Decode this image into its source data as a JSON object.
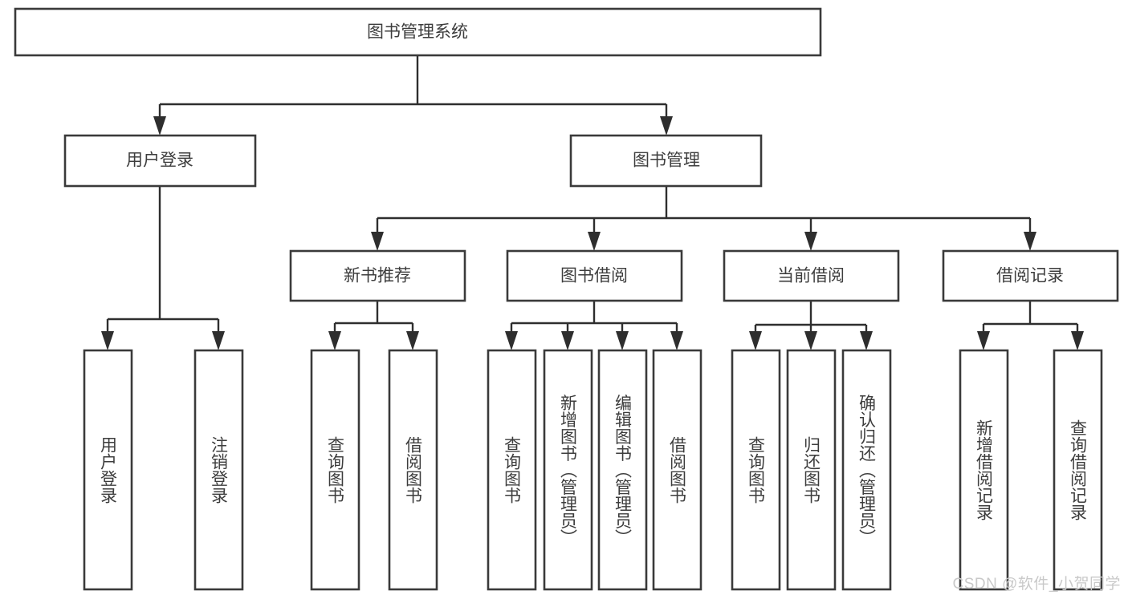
{
  "diagram": {
    "type": "tree-hierarchy",
    "title": "图书管理系统",
    "watermark": "CSDN @软件_小贺同学",
    "colors": {
      "box_stroke": "#3a3a3a",
      "box_fill": "#ffffff",
      "connector": "#2e2e2e",
      "text": "#3d3d3d",
      "watermark": "#c9c9c9",
      "background": "#ffffff"
    },
    "levels": {
      "root": {
        "label": "图书管理系统"
      },
      "level2": [
        {
          "label": "用户登录"
        },
        {
          "label": "图书管理"
        }
      ],
      "level3": [
        {
          "label": "新书推荐"
        },
        {
          "label": "图书借阅"
        },
        {
          "label": "当前借阅"
        },
        {
          "label": "借阅记录"
        }
      ],
      "leaves_user_login": [
        {
          "label": "用户登录"
        },
        {
          "label": "注销登录"
        }
      ],
      "leaves_new_book": [
        {
          "label": "查询图书"
        },
        {
          "label": "借阅图书"
        }
      ],
      "leaves_borrow": [
        {
          "label": "查询图书"
        },
        {
          "label": "新增图书（管理员）"
        },
        {
          "label": "编辑图书（管理员）"
        },
        {
          "label": "借阅图书"
        }
      ],
      "leaves_current": [
        {
          "label": "查询图书"
        },
        {
          "label": "归还图书"
        },
        {
          "label": "确认归还（管理员）"
        }
      ],
      "leaves_records": [
        {
          "label": "新增借阅记录"
        },
        {
          "label": "查询借阅记录"
        }
      ]
    }
  }
}
